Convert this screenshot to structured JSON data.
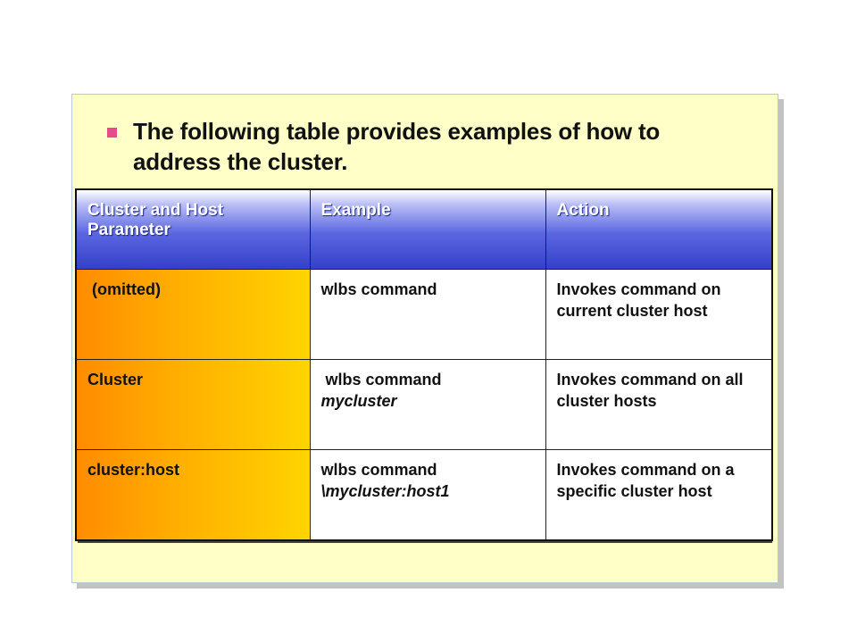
{
  "bullet": {
    "text": "The following table provides examples of how to address the cluster.",
    "line1": "The following table provides examples of how to",
    "line2": "address the cluster."
  },
  "table": {
    "headers": [
      "Cluster and Host Parameter",
      "Example",
      "Action"
    ],
    "rows": [
      {
        "parameter": " (omitted)",
        "example_plain": "wlbs command",
        "example_italic": "",
        "action": "Invokes command on current cluster host"
      },
      {
        "parameter": "Cluster",
        "example_plain": " wlbs command",
        "example_italic": "mycluster",
        "action": "Invokes command on all cluster hosts"
      },
      {
        "parameter": "cluster:host",
        "example_plain": "wlbs command",
        "example_italic": "\\mycluster:host1",
        "action": "Invokes command on a specific cluster host"
      }
    ]
  },
  "colors": {
    "panel_background": "#ffffc8",
    "bullet": "#e64c8a",
    "header_gradient_dark": "#3440c8",
    "first_column_gradient_start": "#ff8c00",
    "first_column_gradient_end": "#ffd400"
  }
}
